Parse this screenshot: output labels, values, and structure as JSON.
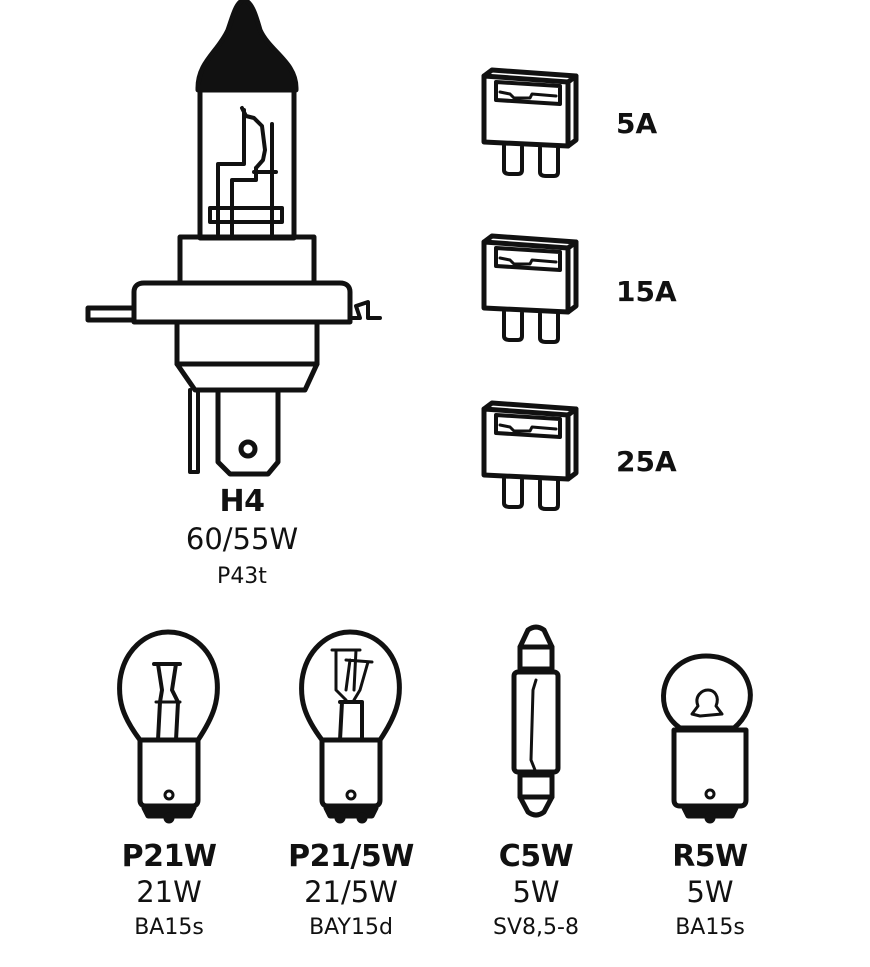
{
  "colors": {
    "stroke": "#111111",
    "background": "#ffffff"
  },
  "headlamp": {
    "name": "H4",
    "wattage": "60/55W",
    "base": "P43t"
  },
  "fuses": [
    {
      "rating": "5A"
    },
    {
      "rating": "15A"
    },
    {
      "rating": "25A"
    }
  ],
  "bulbs": [
    {
      "name": "P21W",
      "wattage": "21W",
      "base": "BA15s"
    },
    {
      "name": "P21/5W",
      "wattage": "21/5W",
      "base": "BAY15d"
    },
    {
      "name": "C5W",
      "wattage": "5W",
      "base": "SV8,5-8"
    },
    {
      "name": "R5W",
      "wattage": "5W",
      "base": "BA15s"
    }
  ]
}
